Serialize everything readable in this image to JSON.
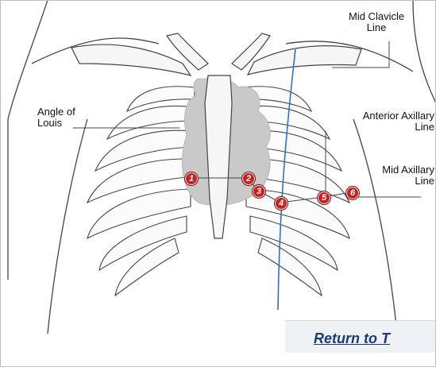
{
  "labels": {
    "mid_clavicle": [
      "Mid Clavicle",
      "Line"
    ],
    "angle_of_louis": [
      "Angle of",
      "Louis"
    ],
    "anterior_axillary": [
      "Anterior Axillary",
      "Line"
    ],
    "mid_axillary": [
      "Mid Axillary",
      "Line"
    ]
  },
  "electrodes": [
    "1",
    "2",
    "3",
    "4",
    "5",
    "6"
  ],
  "return_link": "Return to T",
  "colors": {
    "electrode": "#cc1f1f",
    "midline": "#2f6fd0",
    "heart": "#c9c9c9",
    "outline": "#555555",
    "link": "#1a3a7a"
  }
}
